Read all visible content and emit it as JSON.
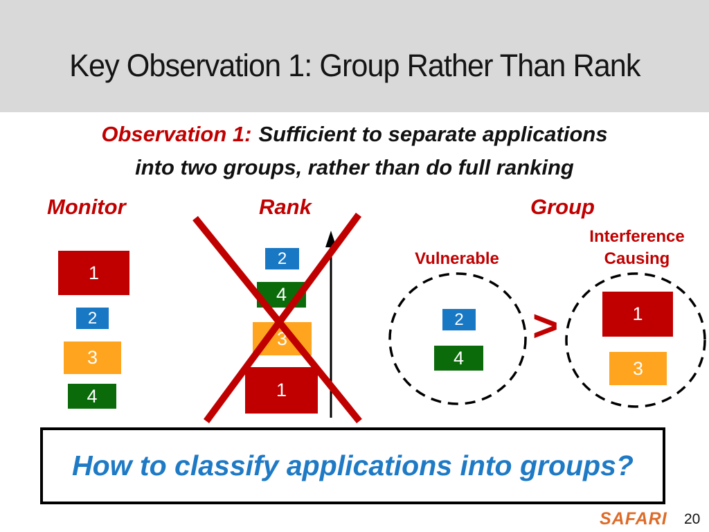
{
  "header": {
    "title": "Key Observation 1: Group Rather Than Rank"
  },
  "observation": {
    "label": "Observation 1:",
    "text_line1": "Sufficient to separate applications",
    "text_line2": "into two groups, rather than do full ranking"
  },
  "columns": {
    "monitor_label": "Monitor",
    "rank_label": "Rank",
    "group_label": "Group"
  },
  "groups": {
    "vulnerable_label": "Vulnerable",
    "interference_label_line1": "Interference",
    "interference_label_line2": "Causing",
    "comparison_symbol": ">"
  },
  "apps": {
    "monitor": [
      "1",
      "2",
      "3",
      "4"
    ],
    "rank": [
      "2",
      "4",
      "3",
      "1"
    ],
    "vulnerable": [
      "2",
      "4"
    ],
    "interference": [
      "1",
      "3"
    ]
  },
  "question": {
    "text": "How to classify applications into groups?"
  },
  "footer": {
    "logo": "SAFARI",
    "page_number": "20"
  },
  "icons": {
    "crossout": "red-x-crossout",
    "rank_axis": "up-arrow",
    "group_outline": "dashed-circle"
  },
  "colors": {
    "app_red": "#c00000",
    "app_blue": "#1878c4",
    "app_orange": "#ffa41e",
    "app_green": "#0b6b0b",
    "accent_red_text": "#c00000",
    "question_blue": "#1f7ac5",
    "logo_orange": "#dd6b28",
    "header_gray": "#d9d9d9",
    "crossout_red": "#c00000"
  }
}
